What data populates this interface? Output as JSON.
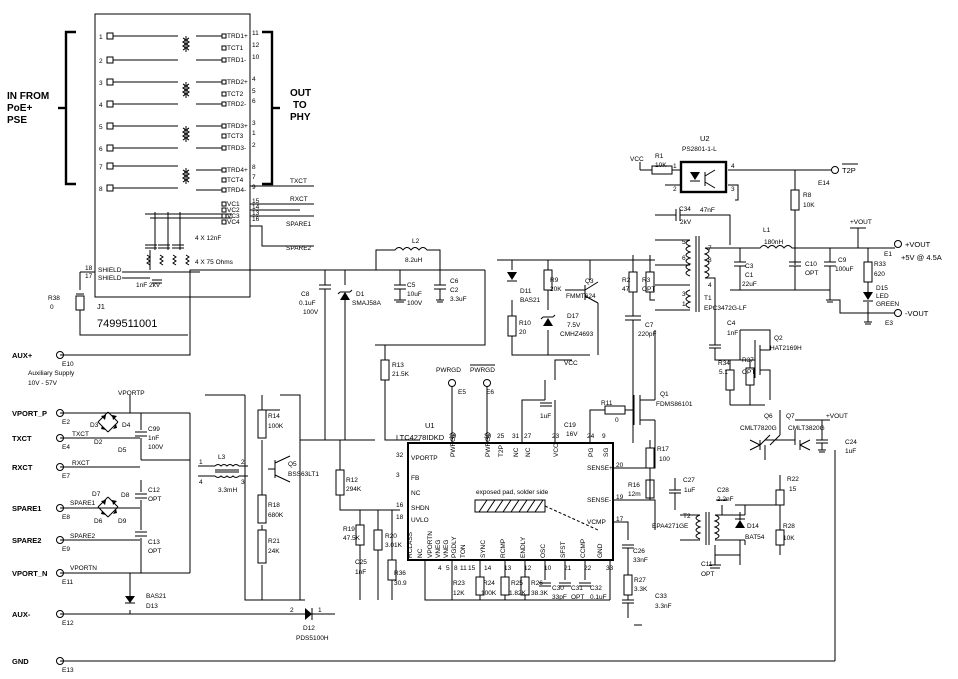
{
  "input_group": {
    "lines": [
      "IN FROM",
      "PoE+",
      "PSE"
    ]
  },
  "output_group": {
    "lines": [
      "OUT",
      "TO",
      "PHY"
    ]
  },
  "j1": {
    "ref": "J1",
    "part": "7499511001",
    "left_pins": [
      "1",
      "2",
      "3",
      "4",
      "5",
      "6",
      "7",
      "8"
    ],
    "right_pins": [
      "11",
      "12",
      "10",
      "4",
      "5",
      "6",
      "3",
      "1",
      "2",
      "8",
      "7",
      "9",
      "15",
      "14",
      "13",
      "16"
    ],
    "right_labels": [
      "TRD1+",
      "TCT1",
      "TRD1-",
      "TRD2+",
      "TCT2",
      "TRD2-",
      "TRD3+",
      "TCT3",
      "TRD3-",
      "TRD4+",
      "TCT4",
      "TRD4-",
      "VC1",
      "VC2",
      "VC3",
      "VC4"
    ],
    "shield_labels": [
      "SHIELD",
      "SHIELD"
    ],
    "shield_pins": [
      "18",
      "17"
    ],
    "cap_note": "4 X 12nF",
    "res_note": "4 X 75 Ohms",
    "cap_hv": "1nF 2kV"
  },
  "phy_nets": [
    "TXCT",
    "RXCT",
    "SPARE1",
    "SPARE2"
  ],
  "connectors": [
    {
      "label": "AUX+",
      "ref": "E10"
    },
    {
      "label": "VPORT_P",
      "ref": "E2"
    },
    {
      "label": "TXCT",
      "ref": "E4"
    },
    {
      "label": "RXCT",
      "ref": "E7"
    },
    {
      "label": "SPARE1",
      "ref": "E8"
    },
    {
      "label": "SPARE2",
      "ref": "E9"
    },
    {
      "label": "VPORT_N",
      "ref": "E11"
    },
    {
      "label": "AUX-",
      "ref": "E12"
    },
    {
      "label": "GND",
      "ref": "E13"
    }
  ],
  "aux_note": [
    "Auxiliary Supply",
    "10V - 57V"
  ],
  "net_labels": {
    "vportp": "VPORTP",
    "txct": "TXCT",
    "rxct": "RXCT",
    "spare1": "SPARE1",
    "spare2": "SPARE2",
    "vportn": "VPORTN",
    "vcc": "VCC",
    "vcc2": "VCC",
    "pwrgd": "PWRGD",
    "npwrgd": "PWRGD"
  },
  "bridge_refs": [
    "D3",
    "D4",
    "D2",
    "D5",
    "D7",
    "D8",
    "D6",
    "D9"
  ],
  "components": {
    "r38": [
      "R38",
      "0"
    ],
    "c99": [
      "C99",
      "1nF",
      "100V"
    ],
    "c12": [
      "C12",
      "OPT"
    ],
    "c13": [
      "C13",
      "OPT"
    ],
    "bas21": [
      "BAS21",
      "D13"
    ],
    "l3": [
      "L3",
      "3.3mH"
    ],
    "r14": [
      "R14",
      "100K"
    ],
    "r18": [
      "R18",
      "680K"
    ],
    "r21": [
      "R21",
      "24K"
    ],
    "q5": [
      "Q5",
      "BSS63LT1"
    ],
    "c8": [
      "C8",
      "0.1uF",
      "100V"
    ],
    "d1": [
      "D1",
      "SMAJ58A"
    ],
    "l2": [
      "L2",
      "8.2uH"
    ],
    "c5": [
      "C5",
      "10uF",
      "100V"
    ],
    "c6": [
      "C6",
      "C2",
      "3.3uF"
    ],
    "r12": [
      "R12",
      "294K"
    ],
    "r19": [
      "R19",
      "47.5K"
    ],
    "r20": [
      "R20",
      "3.01K"
    ],
    "c25": [
      "C25",
      "1nF"
    ],
    "r36": [
      "R36",
      "30.9"
    ],
    "r13": [
      "R13",
      "21.5K"
    ],
    "d12": [
      "D12",
      "PDS5100H"
    ],
    "d11": [
      "D11",
      "BAS21"
    ],
    "r10": [
      "R10",
      "20"
    ],
    "r9": [
      "R9",
      "20K"
    ],
    "d17": [
      "D17",
      "7.5V",
      "CMHZ4693"
    ],
    "q3": [
      "Q3",
      "FMMT624"
    ],
    "r2": [
      "R2",
      "47"
    ],
    "r3": [
      "R3",
      "OPT"
    ],
    "c7": [
      "C7",
      "220pF"
    ],
    "c19": [
      "C19",
      "16V",
      "1uF"
    ],
    "r11": [
      "R11",
      "0"
    ],
    "q1": [
      "Q1",
      "FDMS86101"
    ],
    "r17": [
      "R17",
      "100"
    ],
    "r16": [
      "R16",
      "12m"
    ],
    "c27": [
      "C27",
      "1uF"
    ],
    "c26": [
      "C26",
      "33nF"
    ],
    "r27": [
      "R27",
      "3.3K"
    ],
    "c33": [
      "C33",
      "3.3nF"
    ],
    "r23": [
      "R23",
      "12K"
    ],
    "r24": [
      "R24",
      "100K"
    ],
    "r25": [
      "R25",
      "1.82K"
    ],
    "r26": [
      "R26",
      "38.3K"
    ],
    "c30": [
      "C30",
      "33pF"
    ],
    "c31": [
      "C31",
      "OPT"
    ],
    "c32": [
      "C32",
      "0.1uF"
    ],
    "u2": [
      "U2",
      "PS2801-1-L"
    ],
    "vcc_r1": [
      "R1",
      "10K"
    ],
    "r8": [
      "R8",
      "10K"
    ],
    "c34": [
      "C34",
      "47nF",
      "2kV"
    ],
    "l1": [
      "L1",
      "180nH"
    ],
    "c3": [
      "C3",
      "C1",
      "22uF"
    ],
    "c10": [
      "C10",
      "OPT"
    ],
    "c9": [
      "C9",
      "100uF"
    ],
    "r33": [
      "R33",
      "620"
    ],
    "d15": [
      "D15",
      "LED",
      "GREEN"
    ],
    "t1": [
      "T1",
      "EPC3472G-LF"
    ],
    "c4": [
      "C4",
      "1nF"
    ],
    "q2": [
      "Q2",
      "HAT2169H"
    ],
    "r34": [
      "R34",
      "5.1"
    ],
    "r37": [
      "R37",
      "OPT"
    ],
    "q6": [
      "Q6",
      "CMLT7820G"
    ],
    "q7": [
      "Q7",
      "CMLT3820G"
    ],
    "c24": [
      "C24",
      "1uF"
    ],
    "r22": [
      "R22",
      "15"
    ],
    "c28": [
      "C28",
      "2.2nF"
    ],
    "t2": [
      "T2",
      "EPA4271GE"
    ],
    "d14": [
      "D14",
      "BAT54"
    ],
    "r28": [
      "R28",
      "10K"
    ],
    "c11": [
      "C11",
      "OPT"
    ]
  },
  "u1": {
    "ref": "U1",
    "part": "LTC4278IDKD",
    "top_pins": [
      "PWRGD",
      "PWRGD",
      "T2P",
      "NC",
      "NC",
      "VCC",
      "PG",
      "SG"
    ],
    "top_nums": [
      "29",
      "30",
      "25",
      "31",
      "27",
      "23",
      "24",
      "9"
    ],
    "left_pins": [
      "VPORTP",
      "FB",
      "NC",
      "SHDN",
      "UVLO",
      "RCLASS",
      "NC",
      "VPORTN"
    ],
    "left_nums": [
      "32",
      "3",
      "",
      "16",
      "18",
      "",
      "",
      ""
    ],
    "right_pins": [
      "SENSE+",
      "SENSE-",
      "VCMP"
    ],
    "right_nums": [
      "20",
      "19",
      "17"
    ],
    "bottom_pins": [
      "VNEG",
      "VNEG",
      "PGDLY",
      "TON",
      "SYNC",
      "RCMP",
      "ENDLY",
      "OSC",
      "SFST",
      "CCMP",
      "GND"
    ],
    "bottom_nums": [
      "4",
      "5",
      "8",
      "11",
      "15",
      "14",
      "13",
      "12",
      "10",
      "21",
      "22",
      "33"
    ],
    "pad_note": "exposed pad, solder side"
  },
  "outputs": {
    "t2p": "T2P",
    "t2p_ref": "E14",
    "vout_pos": "+VOUT",
    "vout_pos_ref": "E1",
    "vout_spec": "+5V @ 4.5A",
    "vout_neg": "-VOUT",
    "vout_neg_ref": "E3",
    "vout_net1": "+VOUT",
    "vout_net2": "+VOUT",
    "vcc_net": "VCC"
  },
  "signal_ports": [
    {
      "label": "PWRGD",
      "ref": "E5"
    },
    {
      "label": "PWRGD",
      "ref": "E6"
    }
  ]
}
